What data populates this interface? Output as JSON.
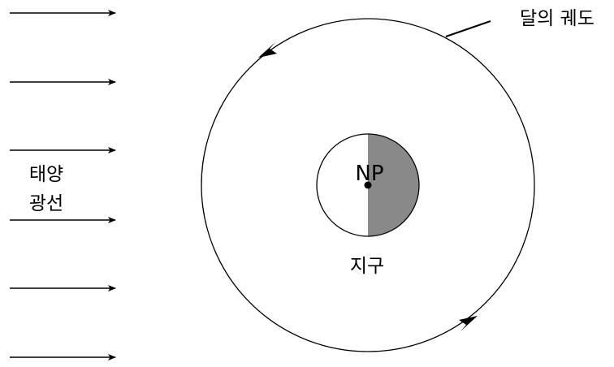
{
  "labels": {
    "orbit": "달의 궤도",
    "sunlight_line1": "태양",
    "sunlight_line2": "광선",
    "north_pole": "NP",
    "earth": "지구"
  },
  "colors": {
    "line": "#000000",
    "background": "#ffffff",
    "earth_night_side": "#898989"
  },
  "icons": {
    "sun_ray": "arrow-right-icon",
    "orbit_direction": "arrowhead-icon"
  }
}
